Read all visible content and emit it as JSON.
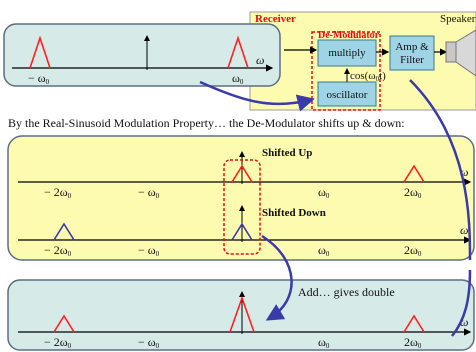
{
  "receiver": {
    "title": "Receiver",
    "demod_title": "De-Modulator",
    "multiply": "multiply",
    "oscillator": "oscillator",
    "cos_label": "cos(ω",
    "cos_sub": "0",
    "cos_t": "t)",
    "amp_line1": "Amp &",
    "amp_line2": "Filter",
    "speaker": "Speaker"
  },
  "top_panel": {
    "minus_w0": "− ω",
    "w0": "ω",
    "sub": "0",
    "axis": "ω"
  },
  "caption": "By the Real-Sinusoid Modulation Property… the De-Modulator shifts up & down:",
  "middle_panel": {
    "shifted_up": "Shifted Up",
    "shifted_down": "Shifted Down",
    "axis": "ω",
    "ticks": [
      "− 2ω",
      "− ω",
      "ω",
      "2ω"
    ],
    "sub": "0"
  },
  "bottom_panel": {
    "note": "Add… gives double",
    "axis": "ω",
    "ticks": [
      "− 2ω",
      "− ω",
      "ω",
      "2ω"
    ],
    "sub": "0"
  },
  "colors": {
    "panel_fill": "#d6ebe8",
    "yellow_fill": "#fdfbb0",
    "block_fill": "#9fd4e6",
    "red": "#ff2020",
    "blue": "#3a3aa8",
    "receiver_red": "#e01010"
  }
}
